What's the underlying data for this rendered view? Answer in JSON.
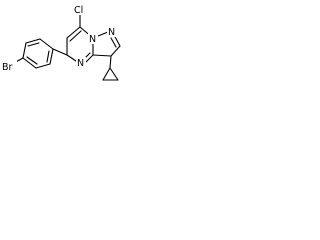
{
  "molecule": {
    "atoms": {
      "chlorine": "Cl",
      "bromine": "Br",
      "nitrogen_bridge": "N",
      "nitrogen_pyrazole": "N",
      "nitrogen_pyrimidine": "N"
    }
  },
  "colors": {
    "bond": "#000000",
    "label": "#000000",
    "background": "#ffffff"
  }
}
